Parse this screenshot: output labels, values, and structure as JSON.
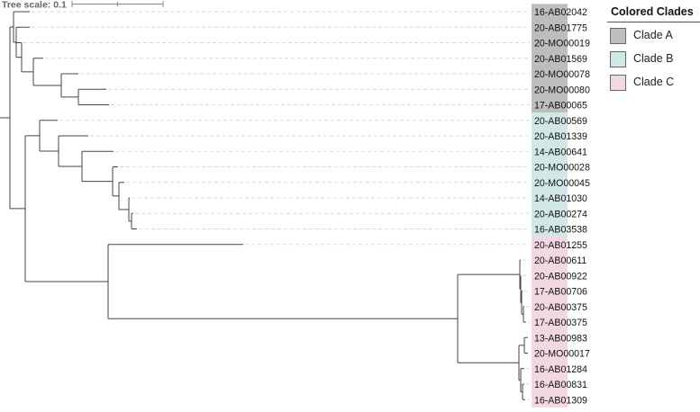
{
  "scale_label": "Tree scale: 0.1",
  "legend": {
    "title": "Colored Clades",
    "items": [
      {
        "label": "Clade A",
        "color": "#bdbdbd"
      },
      {
        "label": "Clade B",
        "color": "#d2e7e7"
      },
      {
        "label": "Clade C",
        "color": "#f2d8e2"
      }
    ]
  },
  "taxa": [
    {
      "name": "16-AB02042",
      "clade": "Clade A"
    },
    {
      "name": "20-AB01775",
      "clade": "Clade A"
    },
    {
      "name": "20-MO00019",
      "clade": "Clade A"
    },
    {
      "name": "20-AB01569",
      "clade": "Clade A"
    },
    {
      "name": "20-MO00078",
      "clade": "Clade A"
    },
    {
      "name": "20-MO00080",
      "clade": "Clade A"
    },
    {
      "name": "17-AB00065",
      "clade": "Clade A"
    },
    {
      "name": "20-AB00569",
      "clade": "Clade B"
    },
    {
      "name": "20-AB01339",
      "clade": "Clade B"
    },
    {
      "name": "14-AB00641",
      "clade": "Clade B"
    },
    {
      "name": "20-MO00028",
      "clade": "Clade B"
    },
    {
      "name": "20-MO00045",
      "clade": "Clade B"
    },
    {
      "name": "14-AB01030",
      "clade": "Clade B"
    },
    {
      "name": "20-AB00274",
      "clade": "Clade B"
    },
    {
      "name": "16-AB03538",
      "clade": "Clade B"
    },
    {
      "name": "20-AB01255",
      "clade": "Clade C"
    },
    {
      "name": "20-AB00611",
      "clade": "Clade C"
    },
    {
      "name": "20-AB00922",
      "clade": "Clade C"
    },
    {
      "name": "17-AB00706",
      "clade": "Clade C"
    },
    {
      "name": "20-AB00375",
      "clade": "Clade C"
    },
    {
      "name": "17-AB00375",
      "clade": "Clade C"
    },
    {
      "name": "13-AB00983",
      "clade": "Clade C"
    },
    {
      "name": "20-MO00017",
      "clade": "Clade C"
    },
    {
      "name": "16-AB01284",
      "clade": "Clade C"
    },
    {
      "name": "16-AB00831",
      "clade": "Clade C"
    },
    {
      "name": "16-AB01309",
      "clade": "Clade C"
    }
  ]
}
